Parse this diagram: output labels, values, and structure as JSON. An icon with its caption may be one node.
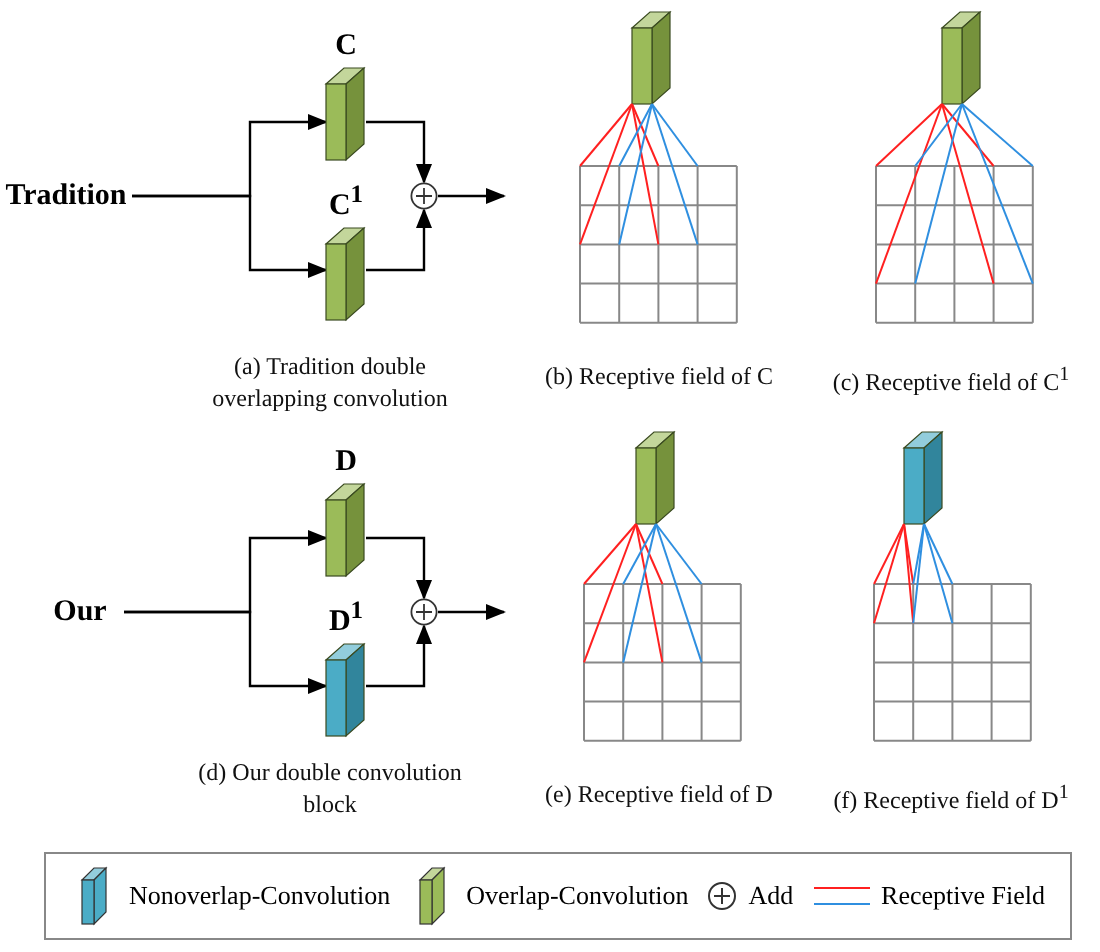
{
  "diagram": {
    "nodes": [
      {
        "text": [
          "Tradition"
        ]
      },
      {
        "text": [
          "C"
        ]
      },
      {
        "text": [
          "C$^{1}$"
        ]
      },
      {
        "text": [],
        "shape": "circle"
      },
      {
        "text": [
          "Our"
        ]
      },
      {
        "text": [
          "D"
        ]
      },
      {
        "text": [
          "D$^{1}$"
        ]
      },
      {
        "text": [],
        "shape": "circle"
      }
    ],
    "edges": [
      {
        "from": 0,
        "to": 1,
        "arrow": "to"
      },
      {
        "from": 0,
        "to": 2,
        "arrow": "to"
      },
      {
        "from": 1,
        "to": 3,
        "arrow": "to"
      },
      {
        "from": 2,
        "to": 3,
        "arrow": "to"
      },
      {
        "from": 3,
        "to": null,
        "arrow": "to"
      },
      {
        "from": 4,
        "to": 5,
        "arrow": "to"
      },
      {
        "from": 4,
        "to": 6,
        "arrow": "to"
      },
      {
        "from": 5,
        "to": 7,
        "arrow": "to"
      },
      {
        "from": 6,
        "to": 7,
        "arrow": "to"
      },
      {
        "from": 7,
        "to": null,
        "arrow": "to"
      }
    ],
    "labels": [
      "(a) Tradition double overlapping convolution",
      "(b) Receptive field of C",
      "(c) Receptive field of C$^{1}$",
      "(d) Our double convolution block",
      "(e) Receptive field of D",
      "(f) Receptive field of D$^{1}$"
    ],
    "legend": [
      {
        "text": "Nonoverlap-Convolution",
        "color": "#4bacc6"
      },
      {
        "text": "Overlap-Convolution",
        "color": "#9bbb59"
      },
      {
        "text": "Add"
      },
      {
        "text": "Receptive Field"
      }
    ]
  }
}
